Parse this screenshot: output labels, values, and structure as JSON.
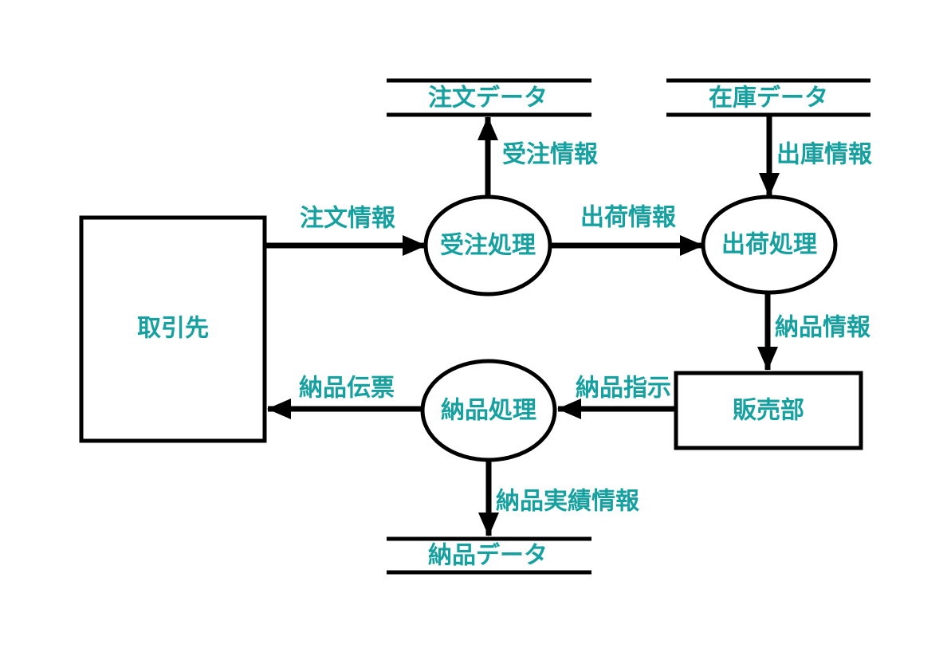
{
  "diagram": {
    "type": "data-flow-diagram",
    "background_color": "#ffffff",
    "line_color": "#000000",
    "accent_text_color": "#16a0a0",
    "external_entities": [
      {
        "id": "torihikisaki",
        "label": "取引先"
      },
      {
        "id": "hanbaibu",
        "label": "販売部"
      }
    ],
    "processes": [
      {
        "id": "juchu-shori",
        "label": "受注処理"
      },
      {
        "id": "shukka-shori",
        "label": "出荷処理"
      },
      {
        "id": "nohin-shori",
        "label": "納品処理"
      }
    ],
    "data_stores": [
      {
        "id": "chumon-data",
        "label": "注文データ"
      },
      {
        "id": "zaiko-data",
        "label": "在庫データ"
      },
      {
        "id": "nohin-data",
        "label": "納品データ"
      }
    ],
    "flows": [
      {
        "from": "取引先",
        "to": "受注処理",
        "label": "注文情報"
      },
      {
        "from": "受注処理",
        "to": "注文データ",
        "label": "受注情報"
      },
      {
        "from": "受注処理",
        "to": "出荷処理",
        "label": "出荷情報"
      },
      {
        "from": "在庫データ",
        "to": "出荷処理",
        "label": "出庫情報"
      },
      {
        "from": "出荷処理",
        "to": "販売部",
        "label": "納品情報"
      },
      {
        "from": "販売部",
        "to": "納品処理",
        "label": "納品指示"
      },
      {
        "from": "納品処理",
        "to": "取引先",
        "label": "納品伝票"
      },
      {
        "from": "納品処理",
        "to": "納品データ",
        "label": "納品実績情報"
      }
    ]
  }
}
